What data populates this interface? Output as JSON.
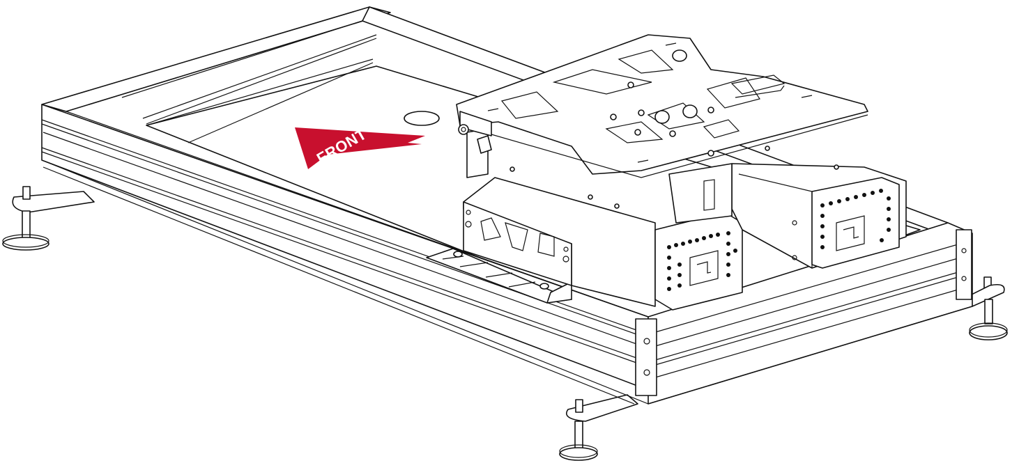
{
  "diagram": {
    "type": "isometric technical line drawing",
    "subject": "sim racing motion platform frame with seat mount plate and two actuator units",
    "colors": {
      "background": "#ffffff",
      "line": "#111111",
      "front_arrow": "#c8102e",
      "front_text": "#ffffff"
    },
    "labels": {
      "front_arrow": "FRONT"
    },
    "components": [
      "aluminium-profile-frame",
      "seat-mount-plate",
      "actuator-left",
      "actuator-right",
      "front-bracket",
      "adjustable-foot-front-left",
      "adjustable-foot-rear-left",
      "adjustable-foot-front-right",
      "adjustable-foot-rear-right"
    ]
  }
}
